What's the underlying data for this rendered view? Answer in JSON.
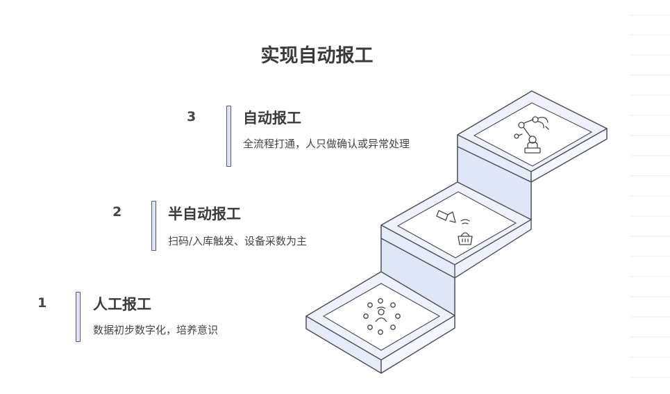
{
  "title": "实现自动报工",
  "steps": [
    {
      "number": "3",
      "title": "自动报工",
      "description": "全流程打通，人只做确认或异常处理",
      "icon": "robot-arm-icon"
    },
    {
      "number": "2",
      "title": "半自动报工",
      "description": "扫码/入库触发、设备采数为主",
      "icon": "scanner-basket-icon"
    },
    {
      "number": "1",
      "title": "人工报工",
      "description": "数据初步数字化，培养意识",
      "icon": "people-network-icon"
    }
  ],
  "colors": {
    "stair_fill": "#eef2fc",
    "stair_stroke": "#4c5160",
    "bar_fill": "#dfe5f7"
  }
}
